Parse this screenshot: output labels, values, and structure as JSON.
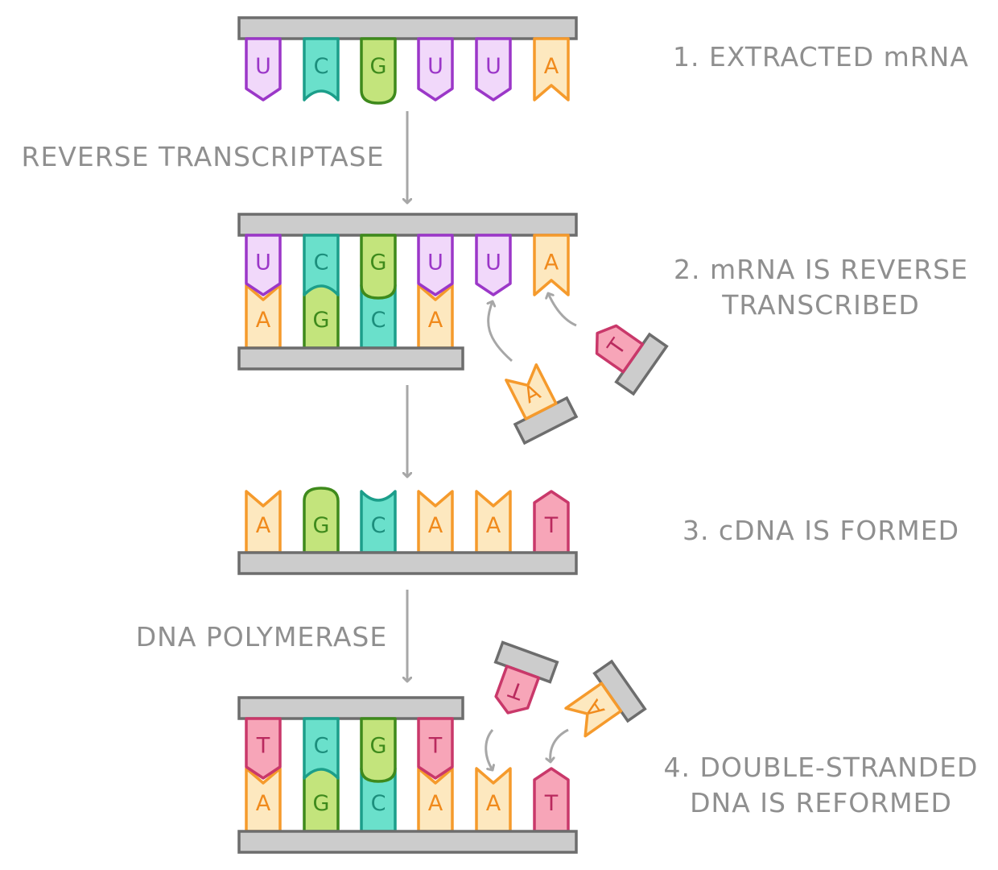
{
  "colors": {
    "backbone_fill": "#cccccc",
    "backbone_stroke": "#6d6d6d",
    "arrow": "#a7a7a7",
    "label": "#8f8f8f",
    "U": {
      "fill": "#f1d8fa",
      "stroke": "#9b37c8",
      "letter": "#9b37c8"
    },
    "C": {
      "fill": "#6ae0cb",
      "stroke": "#1c9e8a",
      "letter": "#1c8e7c"
    },
    "G": {
      "fill": "#c3e47c",
      "stroke": "#3e8a1c",
      "letter": "#3e8a1c"
    },
    "A": {
      "fill": "#fde8bf",
      "stroke": "#f59a2c",
      "letter": "#f08a1c"
    },
    "T": {
      "fill": "#f7a5b8",
      "stroke": "#c9386a",
      "letter": "#b92a5e"
    }
  },
  "steps": [
    {
      "id": "step1",
      "label": "1. EXTRACTED mRNA",
      "template_strand": [
        "U",
        "C",
        "G",
        "U",
        "U",
        "A"
      ]
    },
    {
      "id": "step2",
      "label_line1": "2. mRNA IS REVERSE",
      "label_line2": "TRANSCRIBED",
      "template_strand": [
        "U",
        "C",
        "G",
        "U",
        "U",
        "A"
      ],
      "new_strand": [
        "A",
        "G",
        "C",
        "A"
      ],
      "incoming": [
        "A",
        "T"
      ]
    },
    {
      "id": "step3",
      "label": "3. cDNA IS FORMED",
      "strand": [
        "A",
        "G",
        "C",
        "A",
        "A",
        "T"
      ]
    },
    {
      "id": "step4",
      "label_line1": "4. DOUBLE-STRANDED",
      "label_line2": "DNA IS REFORMED",
      "top_strand": [
        "T",
        "C",
        "G",
        "T"
      ],
      "bottom_strand": [
        "A",
        "G",
        "C",
        "A",
        "A",
        "T"
      ],
      "incoming": [
        "T",
        "A"
      ]
    }
  ],
  "enzymes": {
    "reverse_transcriptase": "REVERSE TRANSCRIPTASE",
    "dna_polymerase": "DNA POLYMERASE"
  }
}
